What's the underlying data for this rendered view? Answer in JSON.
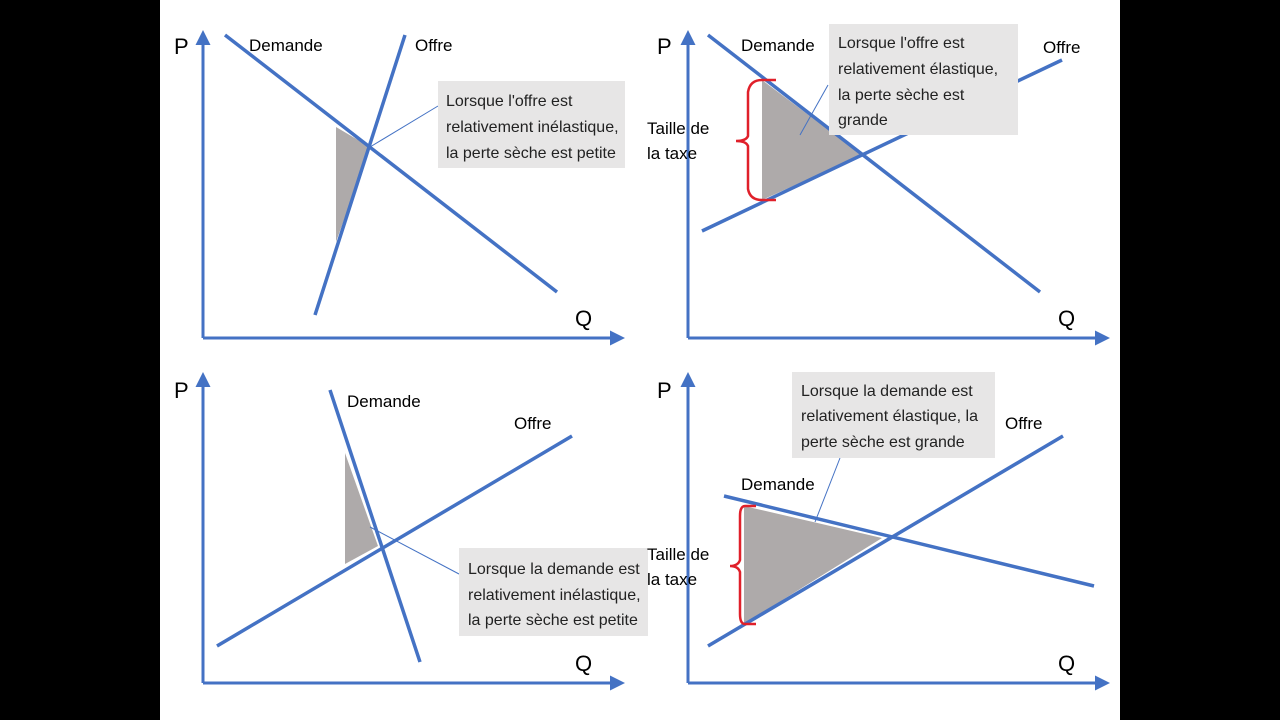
{
  "colors": {
    "curve": "#4472C4",
    "deadweight_loss": "#AEAAAA",
    "tax_brace": "#E0202A",
    "note_box": "#E7E6E6",
    "note_pointer": "#4472C4",
    "background_outer": "#000000",
    "background_slide": "#FFFFFF"
  },
  "panels": [
    {
      "id": "top-left",
      "axis_y": "P",
      "axis_x": "Q",
      "demand_label": "Demande",
      "supply_label": "Offre",
      "note_lines": [
        "Lorsque l'offre est",
        "relativement inélastique,",
        "la perte sèche est petite"
      ]
    },
    {
      "id": "top-right",
      "axis_y": "P",
      "axis_x": "Q",
      "demand_label": "Demande",
      "supply_label": "Offre",
      "tax_lines": [
        "Taille de",
        "la taxe"
      ],
      "note_lines": [
        "Lorsque l'offre est",
        "relativement élastique,",
        "la perte sèche est",
        "grande"
      ]
    },
    {
      "id": "bottom-left",
      "axis_y": "P",
      "axis_x": "Q",
      "demand_label": "Demande",
      "supply_label": "Offre",
      "note_lines": [
        "Lorsque la demande est",
        "relativement inélastique,",
        "la perte sèche est petite"
      ]
    },
    {
      "id": "bottom-right",
      "axis_y": "P",
      "axis_x": "Q",
      "demand_label": "Demande",
      "supply_label": "Offre",
      "tax_lines": [
        "Taille de",
        "la taxe"
      ],
      "note_lines": [
        "Lorsque la demande est",
        "relativement élastique, la",
        "perte sèche est grande"
      ]
    }
  ]
}
